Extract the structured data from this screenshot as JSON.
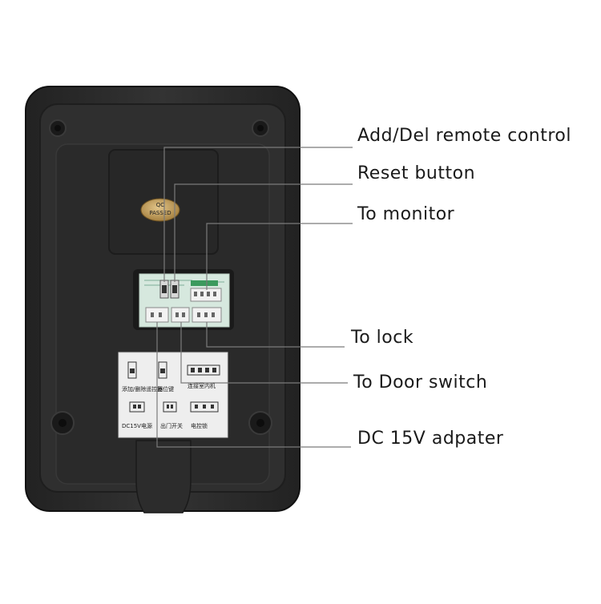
{
  "qc_badge": {
    "line1": "QC",
    "line2": "PASSED"
  },
  "callouts": [
    {
      "id": "add-del",
      "label": "Add/Del remote control"
    },
    {
      "id": "reset",
      "label": "Reset button"
    },
    {
      "id": "monitor",
      "label": "To monitor"
    },
    {
      "id": "lock",
      "label": "To lock"
    },
    {
      "id": "door-switch",
      "label": "To Door switch"
    },
    {
      "id": "dc",
      "label": "DC 15V adpater"
    }
  ],
  "sticker": {
    "label_addel": "添加/删除遥控器",
    "label_reset": "复位键",
    "label_monitor": "连接室内机",
    "label_dc": "DC15V电源",
    "label_door": "出门开关",
    "label_lock": "电控锁"
  },
  "colors": {
    "body": "#2b2b2b",
    "body_edge": "#1c1c1c",
    "pcb": "#d9e6df",
    "sticker": "#ededed",
    "leader_line": "#7a7a7a",
    "badge": "#b8924a"
  }
}
